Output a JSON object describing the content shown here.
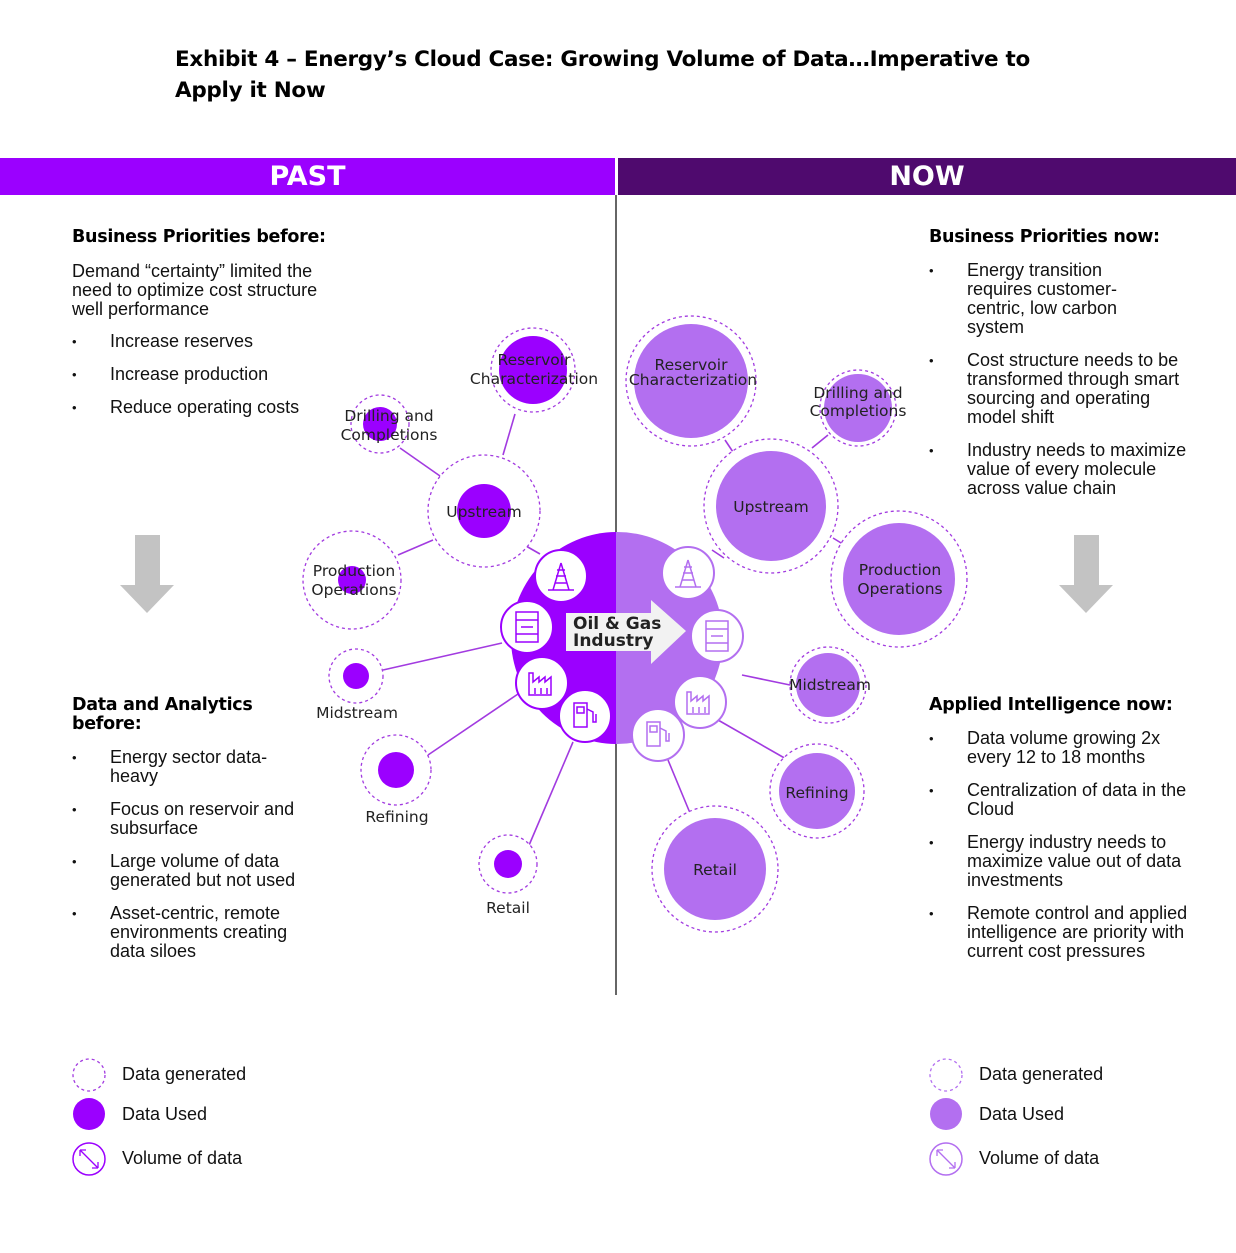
{
  "title": "Exhibit 4 – Energy’s Cloud Case: Growing Volume of Data…Imperative to Apply it Now",
  "colors": {
    "past": "#9b00ff",
    "now": "#4f0a6e",
    "past_light": "#b36ff0",
    "now_fill": "#b36ff0",
    "dash": "#a23be0",
    "arrow_gray": "#c3c3c3"
  },
  "past": {
    "header": "PAST",
    "business_heading": "Business Priorities before:",
    "business_intro": "Demand “certainty” limited the need to optimize cost structure well performance",
    "business_items": [
      "Increase reserves",
      "Increase production",
      "Reduce operating costs"
    ],
    "data_heading": "Data and Analytics before:",
    "data_items": [
      "Energy sector data-heavy",
      "Focus on reservoir and subsurface",
      "Large volume of data generated but not used",
      "Asset-centric, remote environments creating data siloes"
    ]
  },
  "now": {
    "header": "NOW",
    "business_heading": "Business Priorities now:",
    "business_items": [
      "Energy transition requires customer-centric, low carbon system",
      "Cost structure needs to be transformed through smart sourcing and operating model shift",
      "Industry needs to maximize value of every molecule across value chain"
    ],
    "ai_heading": "Applied Intelligence now:",
    "ai_items": [
      "Data volume growing 2x every 12 to 18 months",
      "Centralization of data in the Cloud",
      "Energy industry needs to maximize value out of data investments",
      "Remote control and applied intelligence are priority with current cost pressures"
    ]
  },
  "center": {
    "label_line1": "Oil & Gas",
    "label_line2": "Industry"
  },
  "icons": [
    "drilling-rig-icon",
    "oil-barrel-icon",
    "factory-icon",
    "fuel-pump-icon"
  ],
  "past_nodes": [
    {
      "id": "reservoir",
      "line1": "Reservoir",
      "line2": "Characterization"
    },
    {
      "id": "drilling",
      "line1": "Drilling and",
      "line2": "Completions"
    },
    {
      "id": "upstream",
      "line1": "Upstream",
      "line2": ""
    },
    {
      "id": "production",
      "line1": "Production",
      "line2": "Operations"
    },
    {
      "id": "midstream",
      "line1": "Midstream",
      "line2": ""
    },
    {
      "id": "refining",
      "line1": "Refining",
      "line2": ""
    },
    {
      "id": "retail",
      "line1": "Retail",
      "line2": ""
    }
  ],
  "now_nodes": [
    {
      "id": "reservoir",
      "line1": "Reservoir",
      "line2": "Characterization"
    },
    {
      "id": "drilling",
      "line1": "Drilling and",
      "line2": "Completions"
    },
    {
      "id": "upstream",
      "line1": "Upstream",
      "line2": ""
    },
    {
      "id": "production",
      "line1": "Production",
      "line2": "Operations"
    },
    {
      "id": "midstream",
      "line1": "Midstream",
      "line2": ""
    },
    {
      "id": "refining",
      "line1": "Refining",
      "line2": ""
    },
    {
      "id": "retail",
      "line1": "Retail",
      "line2": ""
    }
  ],
  "legend": {
    "generated": "Data generated",
    "used": "Data Used",
    "volume": "Volume of data"
  }
}
